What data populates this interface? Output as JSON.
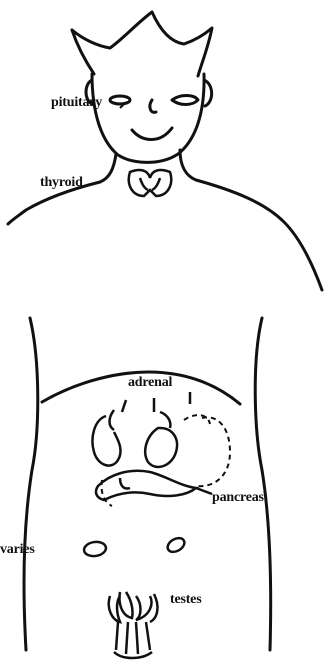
{
  "labels": {
    "pituitary": "pituitary",
    "thyroid": "thyroid",
    "adrenal": "adrenal",
    "pancreas": "pancreas",
    "ovaries": "varies",
    "testes": "testes"
  },
  "colors": {
    "ink": "#111111",
    "background": "#ffffff"
  }
}
